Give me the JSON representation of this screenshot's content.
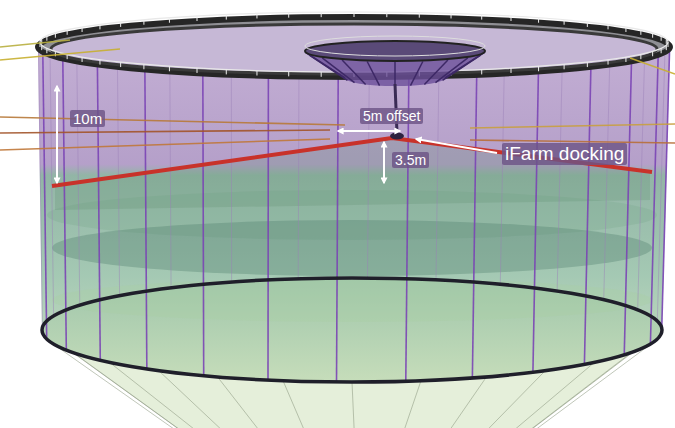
{
  "diagram": {
    "labels": [
      "10m",
      "5m offset",
      "3.5m",
      "iFarm docking"
    ]
  }
}
